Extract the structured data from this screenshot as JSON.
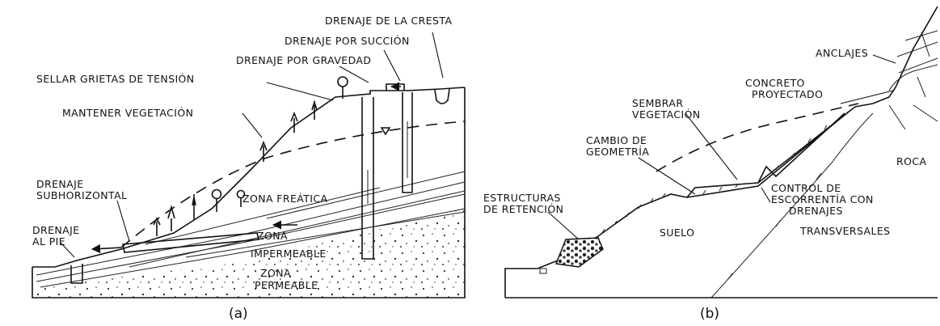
{
  "panel_a": {
    "caption": "(a)",
    "labels": {
      "drenaje_cresta": "DRENAJE DE LA CRESTA",
      "drenaje_succion": "DRENAJE POR SUCCIÓN",
      "drenaje_gravedad": "DRENAJE POR GRAVEDAD",
      "sellar_grietas": "SELLAR GRIETAS DE TENSIÓN",
      "mantener_vegetacion": "MANTENER VEGETACIÓN",
      "drenaje_subhorizontal_1": "DRENAJE",
      "drenaje_subhorizontal_2": "SUBHORIZONTAL",
      "drenaje_pie_1": "DRENAJE",
      "drenaje_pie_2": "AL PIE",
      "zona_freatica": "ZONA FREÁTICA",
      "zona_impermeable_1": "ZONA",
      "zona_impermeable_2": "IMPERMEABLE",
      "zona_permeable_1": "ZONA",
      "zona_permeable_2": "PERMEABLE"
    }
  },
  "panel_b": {
    "caption": "(b)",
    "labels": {
      "anclajes": "ANCLAJES",
      "concreto_1": "CONCRETO",
      "concreto_2": "PROYECTADO",
      "sembrar_1": "SEMBRAR",
      "sembrar_2": "VEGETACIÓN",
      "cambio_1": "CAMBIO DE",
      "cambio_2": "GEOMETRÍA",
      "roca": "ROCA",
      "estructuras_1": "ESTRUCTURAS",
      "estructuras_2": "DE RETENCIÓN",
      "control_1": "CONTROL DE",
      "control_2": "ESCORRENTÍA CON",
      "control_3": "DRENAJES",
      "control_4": "TRANSVERSALES",
      "suelo": "SUELO"
    }
  }
}
